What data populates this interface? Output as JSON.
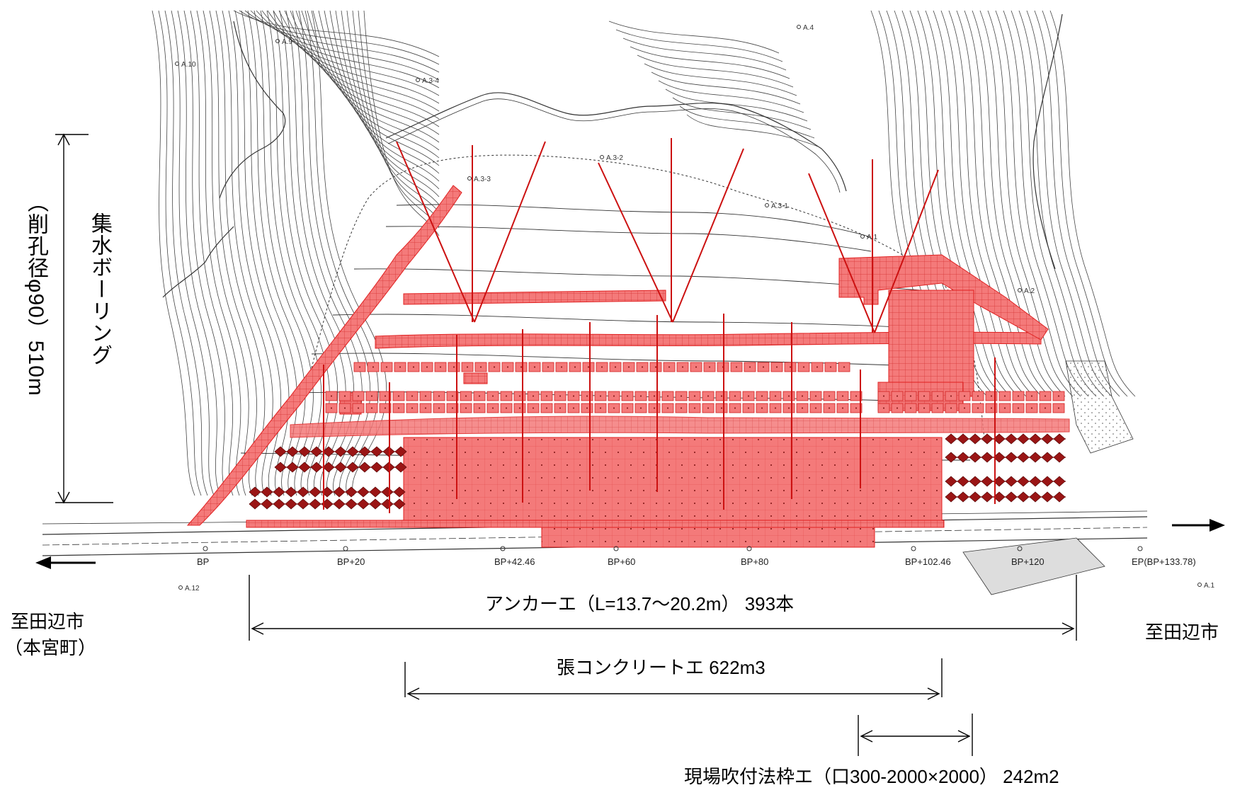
{
  "left_labels": {
    "boring_title": "集水ボーリング",
    "boring_detail": "（削孔径φ90）510m"
  },
  "directions": {
    "left_city": "至田辺市",
    "left_city_sub": "（本宮町）",
    "right_city": "至田辺市"
  },
  "works": {
    "anchor": "アンカーエ（L=13.7〜20.2m） 393本",
    "concrete": "張コンクリートエ 622m3",
    "frame": "現場吹付法枠エ（口300-2000×2000） 242m2"
  },
  "stations": [
    "BP",
    "BP+20",
    "BP+42.46",
    "BP+60",
    "BP+80",
    "BP+102.46",
    "BP+120",
    "EP(BP+133.78)"
  ],
  "survey_points": [
    "A.10",
    "A.9",
    "A.4",
    "A.3-4",
    "A.3-3",
    "A.3-2",
    "A.3-1",
    "A.1",
    "A.2",
    "A.12",
    "A.1"
  ],
  "colors": {
    "work_fill": "#f07070",
    "work_stroke": "#e02020",
    "dark_frame": "#8b1010",
    "contour": "#444444"
  }
}
